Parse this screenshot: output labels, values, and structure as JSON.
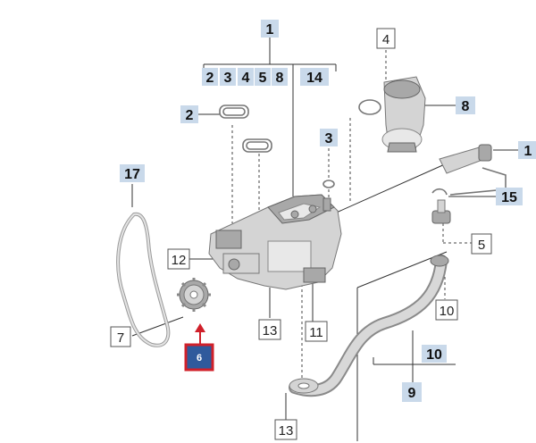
{
  "labels": {
    "l1_top": "1",
    "l1_top_group": [
      "2",
      "3",
      "4",
      "5",
      "8",
      "14"
    ],
    "l2": "2",
    "l3": "3",
    "l4": "4",
    "l8": "8",
    "l1_right": "1",
    "l15": "15",
    "l5": "5",
    "l17": "17",
    "l12": "12",
    "l7": "7",
    "l6": "6",
    "l13_mid": "13",
    "l11": "11",
    "l10_small": "10",
    "l10_big": "10",
    "l9": "9",
    "l13_bottom": "13"
  },
  "colors": {
    "label_fill": "#c9d9ea",
    "highlight_fill": "#2f5a9c",
    "highlight_border": "#d0202a"
  }
}
